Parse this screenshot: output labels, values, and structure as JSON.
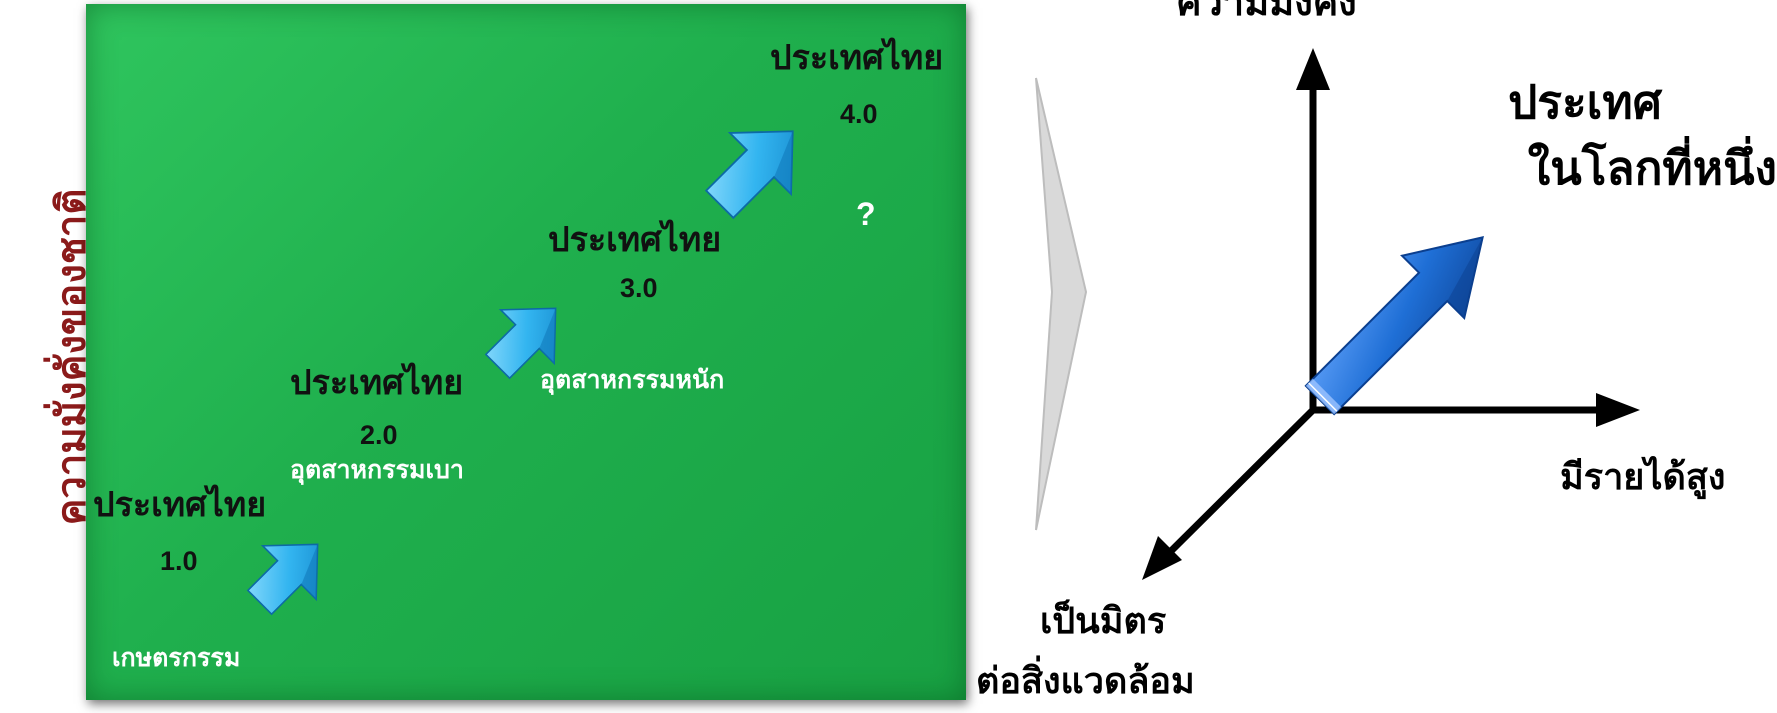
{
  "left_panel": {
    "vertical_label": "ความมั่งคั่งของชาติ",
    "stages": [
      {
        "title": "ประเทศไทย",
        "version": "1.0",
        "sector": "เกษตรกรรม"
      },
      {
        "title": "ประเทศไทย",
        "version": "2.0",
        "sector": "อุตสาหกรรมเบา"
      },
      {
        "title": "ประเทศไทย",
        "version": "3.0",
        "sector": "อุตสาหกรรมหนัก"
      },
      {
        "title": "ประเทศไทย",
        "version": "4.0",
        "sector": "?"
      }
    ]
  },
  "right_panel": {
    "axis_top": "ความมั่งคั่ง",
    "axis_right": "มีรายได้สูง",
    "axis_bottom_line1": "เป็นมิตร",
    "axis_bottom_line2": "ต่อสิ่งแวดล้อม",
    "goal_line1": "ประเทศ",
    "goal_line2": "ในโลกที่หนึ่ง"
  },
  "colors": {
    "panel_green": "#22b14c",
    "arrow_light_blue": "#33b5f0",
    "arrow_dark_blue": "#1f6fd6",
    "vertical_label": "#8b1a1a"
  }
}
